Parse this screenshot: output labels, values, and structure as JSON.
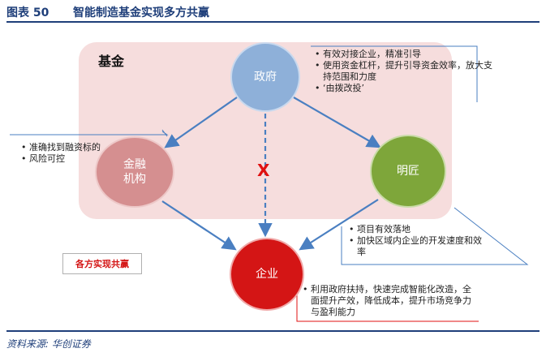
{
  "figure": {
    "number": "图表 50",
    "title": "智能制造基金实现多方共赢"
  },
  "fund_label": "基金",
  "nodes": {
    "government": "政府",
    "financial_institution": "金融\n机构",
    "smart_craftsman": "明匠",
    "enterprise": "企业"
  },
  "x_mark": "X",
  "notes": {
    "government": [
      "有效对接企业，精准引导",
      "使用资金杠杆，提升引导资金效率，放大支持范围和力度",
      "‘由拨改投’"
    ],
    "financial_institution": [
      "准确找到融资标的",
      "风险可控"
    ],
    "smart_craftsman": [
      "项目有效落地",
      "加快区域内企业的开发速度和效率"
    ],
    "enterprise": [
      "利用政府扶持，快速完成智能化改造，全面提升产效，降低成本，提升市场竞争力与盈利能力"
    ]
  },
  "callout": "各方实现共赢",
  "source": "资料来源: 华创证券",
  "colors": {
    "title_blue": "#1f3f7a",
    "fund_bg": "#f6dddd",
    "government": "#8eb0d9",
    "financial_institution": "#d58f90",
    "smart_craftsman": "#7ea63a",
    "enterprise": "#d41515",
    "arrow": "#4a7fc1",
    "cross": "#e01010"
  }
}
